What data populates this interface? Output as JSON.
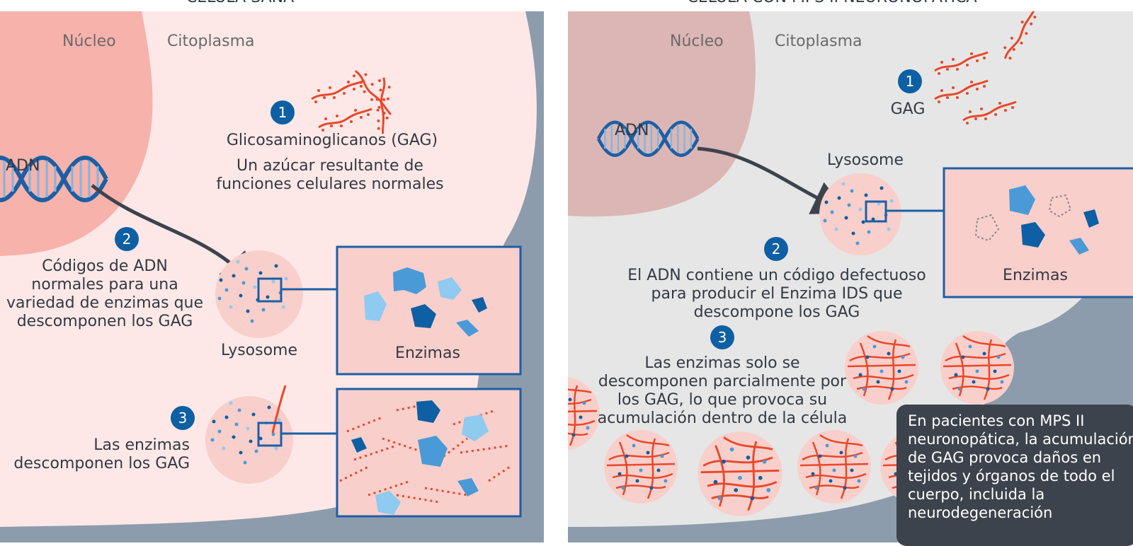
{
  "left_panel": {
    "title": "CÉLULA SANA",
    "nucleus": "Núcleo",
    "cytoplasm": "Citoplasma",
    "dna": "ADN",
    "step1": {
      "number": "1",
      "title": "Glicosaminoglicanos (GAG)",
      "line1": "Un azúcar resultante de",
      "line2": "funciones celulares normales"
    },
    "step2": {
      "number": "2",
      "line1": "Códigos de ADN",
      "line2": "normales para una",
      "line3": "variedad de enzimas que",
      "line4": "descomponen los GAG"
    },
    "lysosome": "Lysosome",
    "enzymes": "Enzimas",
    "step3": {
      "number": "3",
      "line1": "Las enzimas",
      "line2": "descomponen los GAG"
    }
  },
  "right_panel": {
    "title": "CÉLULA CON MPS II NEURONOPÁTICA",
    "nucleus": "Núcleo",
    "cytoplasm": "Citoplasma",
    "dna": "ADN",
    "step1": {
      "number": "1",
      "label": "GAG"
    },
    "lysosome": "Lysosome",
    "enzymes": "Enzimas",
    "step2": {
      "number": "2",
      "line1": "El ADN contiene un código defectuoso",
      "line2": "para producir el Enzima IDS que",
      "line3": "descompone los GAG"
    },
    "step3": {
      "number": "3",
      "line1": "Las enzimas solo se",
      "line2": "descomponen parcialmente por",
      "line3": "los GAG, lo que provoca su",
      "line4": "acumulación dentro de la célula"
    },
    "note": {
      "line1": "En pacientes con MPS II",
      "line2": "neuronopática, la acumulación",
      "line3": "de GAG provoca daños en",
      "line4": "tejidos y órganos de todo el",
      "line5": "cuerpo, incluida la",
      "line6": "neurodegeneración"
    }
  },
  "colors": {
    "healthy_cytoplasm": "#fde8e7",
    "healthy_nucleus": "#f7b2ab",
    "disease_cytoplasm": "#e6e6e6",
    "disease_nucleus": "#dcb6b4",
    "outside": "#8d9cac",
    "gag": "#e8482a",
    "enzyme_dark": "#0e5fa3",
    "enzyme_mid": "#4a9ad8",
    "enzyme_light": "#8fcaf0",
    "box_border": "#1c5fa5"
  }
}
